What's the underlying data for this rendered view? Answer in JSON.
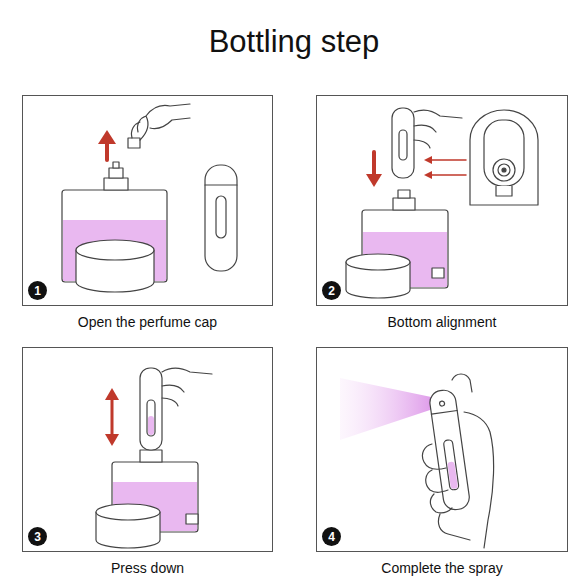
{
  "diagram": {
    "title": "Bottling step",
    "nodes": [
      {
        "text": [
          "Open the perfume cap"
        ]
      },
      {
        "text": [
          "1"
        ],
        "in": 0
      },
      {
        "text": [
          "Bottom alignment"
        ]
      },
      {
        "text": [
          "2"
        ],
        "in": 2
      },
      {
        "text": [
          "Press down"
        ]
      },
      {
        "text": [
          "3"
        ],
        "in": 4
      },
      {
        "text": [
          "Complete the spray"
        ]
      },
      {
        "text": [
          "4"
        ],
        "in": 6
      }
    ]
  }
}
